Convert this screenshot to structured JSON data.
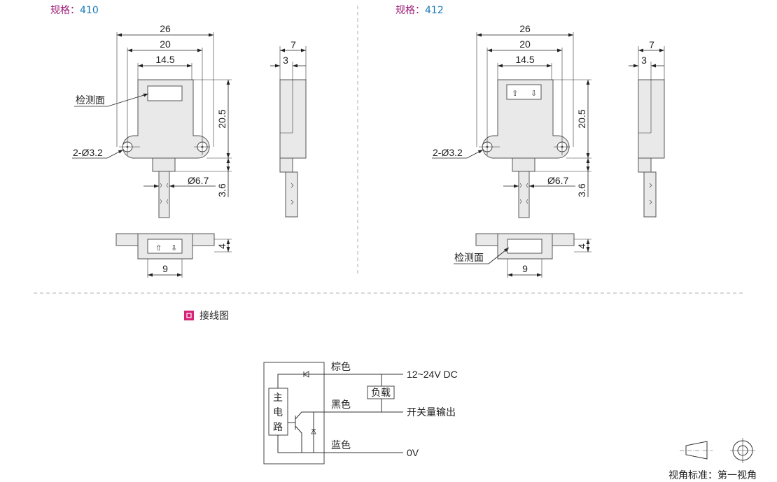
{
  "spec_label": "规格：",
  "spec_410": "410",
  "spec_412": "412",
  "dims": {
    "w26": "26",
    "w20": "20",
    "w14": "14.5",
    "h20": "20.5",
    "h36": "3.6",
    "dia67": "Ø6.7",
    "holes": "2-Ø3.2",
    "d7": "7",
    "d3": "3",
    "h4": "4",
    "w9": "9"
  },
  "detect_face": "检测面",
  "wiring": {
    "title": "接线图",
    "brown": "棕色",
    "black": "黑色",
    "blue": "蓝色",
    "supply": "12~24V DC",
    "output": "开关量输出",
    "zero": "0V",
    "load": "负载",
    "main1": "主",
    "main2": "电",
    "main3": "路"
  },
  "view_standard": "视角标准：第一视角",
  "colors": {
    "spec_label": "#a0227a",
    "spec_num": "#1a7ab8",
    "bullet": "#d6247a"
  }
}
